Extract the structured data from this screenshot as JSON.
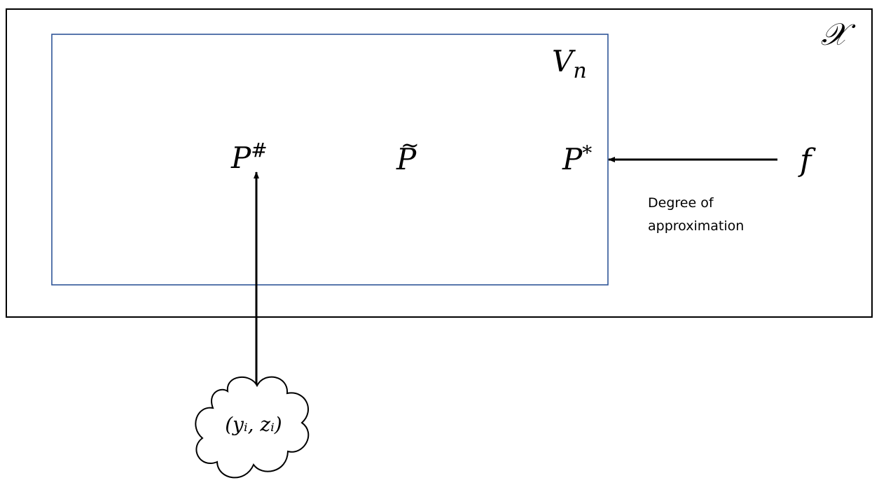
{
  "outer_space": {
    "label": "𝒳"
  },
  "subspace": {
    "label_main": "V",
    "label_sub": "n"
  },
  "points": {
    "p_sharp": {
      "base": "P",
      "sup": "#"
    },
    "p_tilde": {
      "base": "P",
      "accent": "~"
    },
    "p_star": {
      "base": "P",
      "sup": "*"
    },
    "f": {
      "label": "f"
    }
  },
  "annotation": {
    "line1": "Degree of",
    "line2": "approximation"
  },
  "data_cloud": {
    "label": "(yᵢ, zᵢ)"
  },
  "colors": {
    "outer_border": "#000000",
    "inner_border": "#2f5597",
    "arrow": "#000000"
  }
}
